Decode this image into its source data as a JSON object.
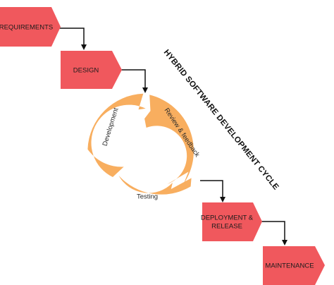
{
  "title": "HYBRID SOFTWARE DEVELOPMENT CYCLE",
  "steps": {
    "requirements": "REQUIREMENTS",
    "design": "DESIGN",
    "deployment_line1": "DEPLOYMENT &",
    "deployment_line2": "RELEASE",
    "maintenance": "MAINTENANCE"
  },
  "cycle": {
    "development": "Development",
    "review": "Review & feedback",
    "testing": "Testing"
  },
  "colors": {
    "step_fill": "#f0585d",
    "cycle_fill": "#f8ae5f",
    "connector": "#111111"
  }
}
